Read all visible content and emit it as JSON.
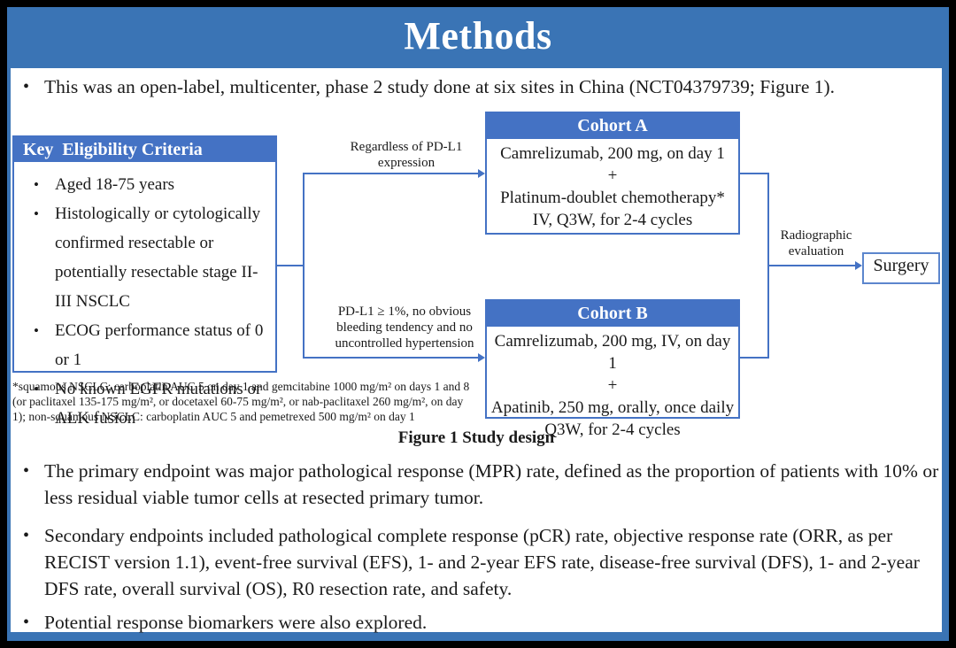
{
  "slide": {
    "title": "Methods",
    "intro_bullet": "This was an open-label, multicenter, phase 2 study done at six sites in China (NCT04379739; Figure 1).",
    "endpoint_bullets": [
      "The primary endpoint was major pathological response (MPR) rate, defined as the proportion of patients with 10% or less residual viable tumor cells at resected primary tumor.",
      "Secondary endpoints included pathological complete response (pCR) rate, objective response rate (ORR, as per RECIST version 1.1), event-free survival (EFS), 1- and 2-year EFS rate, disease-free survival (DFS), 1- and 2-year DFS rate, overall survival (OS), R0 resection rate, and safety.",
      "Potential response biomarkers were also explored."
    ]
  },
  "figure": {
    "caption": "Figure 1 Study design",
    "eligibility": {
      "header": "Key  Eligibility Criteria",
      "items": [
        "Aged 18-75 years",
        "Histologically or cytologically confirmed resectable or potentially resectable stage II-III NSCLC",
        "ECOG performance status of 0 or 1",
        "No known EGFR mutations or ALK fusion"
      ]
    },
    "branch_top_label": "Regardless of PD-L1 expression",
    "branch_bottom_label": "PD-L1 ≥ 1%, no obvious bleeding tendency and no uncontrolled hypertension",
    "cohort_a": {
      "header": "Cohort A",
      "lines": [
        "Camrelizumab, 200 mg, on day 1",
        "+",
        "Platinum-doublet chemotherapy*",
        "IV, Q3W, for 2-4 cycles"
      ]
    },
    "cohort_b": {
      "header": "Cohort B",
      "lines": [
        "Camrelizumab, 200 mg, IV, on day 1",
        "+",
        "Apatinib, 250 mg, orally, once daily",
        "Q3W, for 2-4 cycles"
      ]
    },
    "evaluation_label": "Radiographic evaluation",
    "surgery_label": "Surgery",
    "footnote": "*squamous NSCLC: carboplatin AUC 5 on day 1 and gemcitabine 1000 mg/m² on days 1 and 8 (or paclitaxel 135-175 mg/m², or docetaxel 60-75 mg/m², or nab-paclitaxel 260 mg/m², on day 1); non-squamous NSCLC: carboplatin AUC 5 and pemetrexed 500 mg/m² on day 1"
  },
  "colors": {
    "frame_blue": "#3a74b5",
    "header_fill_blue": "#4472c4",
    "connector_blue": "#4472c4",
    "surgery_border_blue": "#5c86cd",
    "outer_border": "#000000",
    "text": "#1a1a1a",
    "title_text": "#ffffff"
  }
}
